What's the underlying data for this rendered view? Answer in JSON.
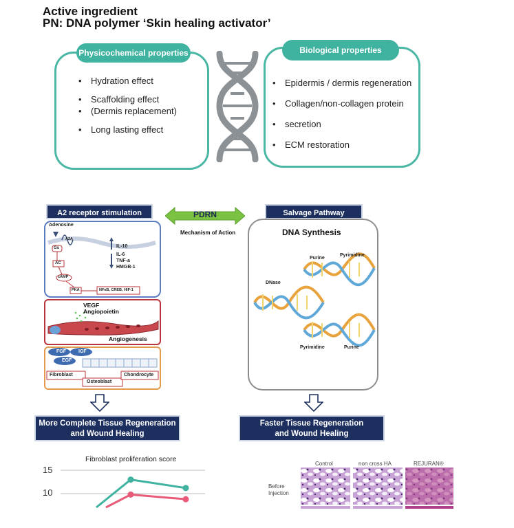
{
  "header": {
    "line1": "Active ingredient",
    "line2": "PN: DNA polymer ‘Skin healing activator’"
  },
  "physicochemical": {
    "label": "Physicochemical properties",
    "items": [
      "Hydration effect",
      "Scaffolding effect",
      "Long lasting effect"
    ],
    "scaffold_note": "(Dermis replacement)"
  },
  "biological": {
    "label": "Biological properties",
    "items": [
      "Epidermis / dermis regeneration",
      "Collagen/non-collagen protein",
      "ECM restoration"
    ],
    "collagen_note": "secretion"
  },
  "colors": {
    "teal": "#3fb3a0",
    "navy": "#1c2f5f",
    "pdrn_green": "#7cc242",
    "panel_blue": "#5b7cc0",
    "panel_red": "#b8333a",
    "panel_orange": "#e49a4c"
  },
  "mechanism": {
    "center_label": "PDRN",
    "center_caption": "Mechanism of Action",
    "left_title": "A2 receptor stimulation",
    "right_title": "Salvage Pathway",
    "receptor": {
      "adenosine": "Adenosine",
      "a2a": "A2A",
      "gs": "Gs",
      "ac": "AC",
      "camp": "cAMP",
      "pka": "PKA",
      "factors": "NFκB, CREB, HIF-1",
      "up_item": "IL-10",
      "down_items": [
        "IL-6",
        "TNF-a",
        "HMGB-1"
      ]
    },
    "angio": {
      "vegf": "VEGF",
      "angiopoietin": "Angiopoietin",
      "angiogenesis": "Angiogenesis"
    },
    "growth": {
      "fgf": "FGF",
      "igf": "IGF",
      "egf": "EGF",
      "fibroblast": "Fibroblast",
      "osteoblast": "Osteoblast",
      "chondrocyte": "Chondrocyte"
    },
    "dna": {
      "title": "DNA Synthesis",
      "dnase": "DNase",
      "purine_top": "Purine",
      "pyrimidine_top": "Pyrimidine",
      "pyrimidine_bottom": "Pyrimidine",
      "purine_bottom": "Purine"
    },
    "result_left_1": "More Complete Tissue Regeneration",
    "result_left_2": "and Wound Healing",
    "result_right_1": "Faster Tissue Regeneration",
    "result_right_2": "and Wound Healing"
  },
  "chart_data": {
    "type": "line",
    "title": "Fibroblast proliferation score",
    "ytick_labels": [
      "15",
      "10"
    ],
    "series": [
      {
        "color": "#3fb3a0",
        "values": [
          13.0,
          11.2
        ]
      },
      {
        "color": "#e85a78",
        "values": [
          9.8,
          8.8
        ]
      }
    ]
  },
  "histology": {
    "columns": [
      "Control",
      "non cross HA",
      "REJURAN®"
    ],
    "row_label_1": "Before",
    "row_label_2": "Injection"
  }
}
